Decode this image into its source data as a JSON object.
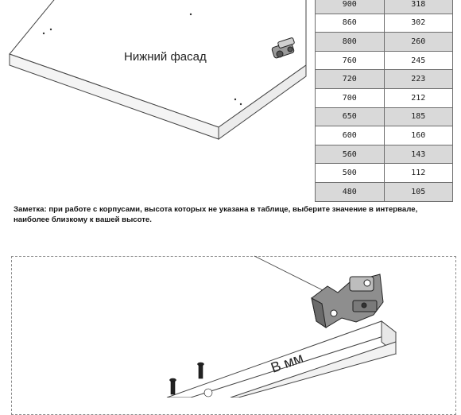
{
  "panel_label": "Нижний фасад",
  "table": {
    "rows": [
      [
        "900",
        "318"
      ],
      [
        "860",
        "302"
      ],
      [
        "800",
        "260"
      ],
      [
        "760",
        "245"
      ],
      [
        "720",
        "223"
      ],
      [
        "700",
        "212"
      ],
      [
        "650",
        "185"
      ],
      [
        "600",
        "160"
      ],
      [
        "560",
        "143"
      ],
      [
        "500",
        "112"
      ],
      [
        "480",
        "105"
      ]
    ]
  },
  "note": "Заметка: при работе с корпусами, высота которых не указана в таблице, выберите значение в интервале,  наиболее близкому к вашей высоте.",
  "dimension_label": "В мм"
}
